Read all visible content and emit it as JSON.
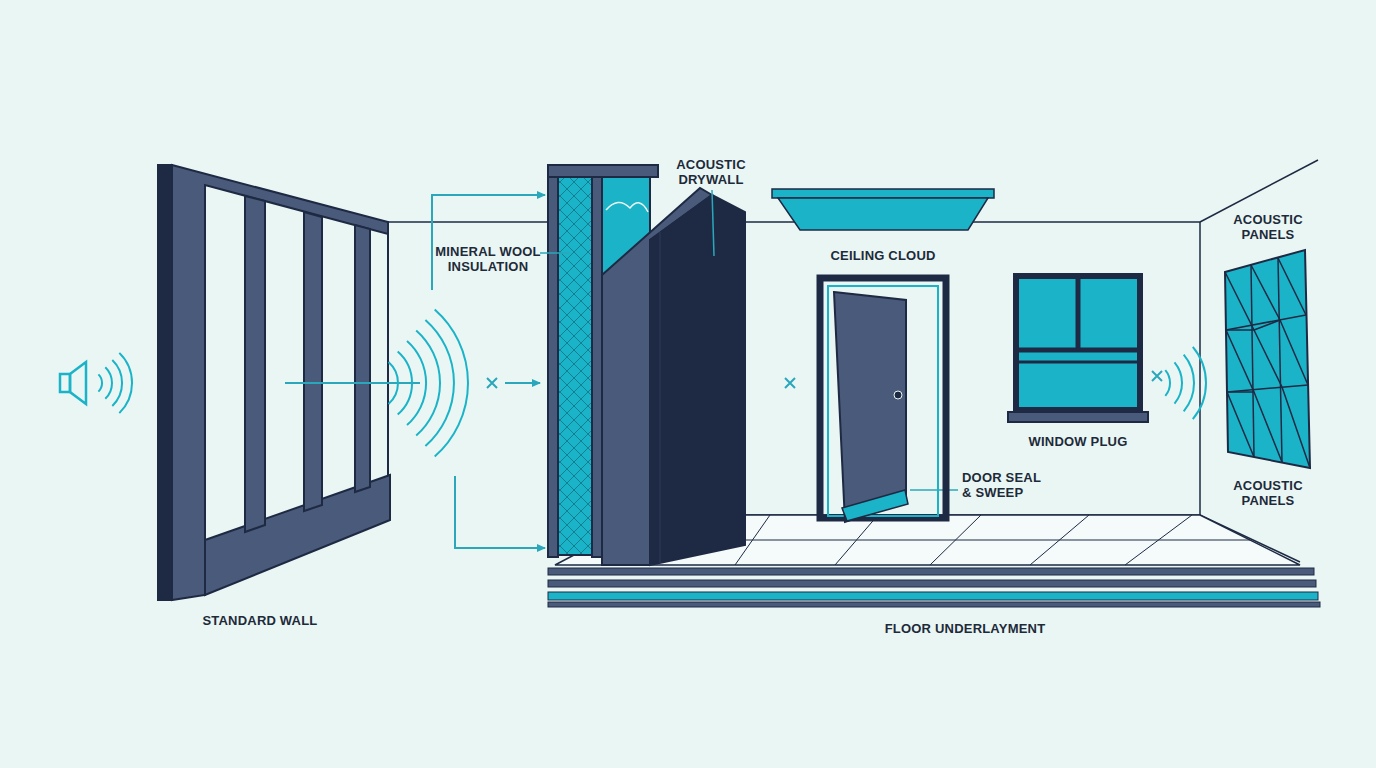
{
  "diagram": {
    "labels": [
      "ACOUSTIC DRYWALL",
      "ACOUSTIC PANELS",
      "MINERAL WOOL INSULATION",
      "CEILING CLOUD",
      "WINDOW PLUG",
      "DOOR SEAL & SWEEP",
      "ACOUSTIC PANELS",
      "STANDARD WALL",
      "FLOOR UNDERLAYMENT"
    ]
  }
}
